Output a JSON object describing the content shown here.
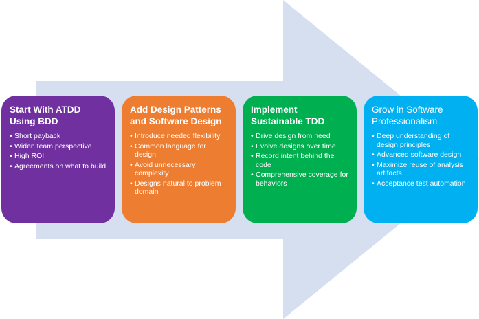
{
  "colors": {
    "arrow": "#d6dff0",
    "stage1": "#7030a0",
    "stage2": "#ed7d31",
    "stage3": "#00b050",
    "stage4": "#00b0f0"
  },
  "stages": [
    {
      "title": "Start With ATDD Using BDD",
      "items": [
        "Short payback",
        "Widen team perspective",
        "High ROI",
        "Agreements on what to build"
      ]
    },
    {
      "title": "Add Design Patterns and Software Design",
      "items": [
        "Introduce needed flexibility",
        "Common language for design",
        "Avoid unnecessary complexity",
        "Designs natural to problem domain"
      ]
    },
    {
      "title": "Implement Sustainable TDD",
      "items": [
        "Drive design from need",
        "Evolve designs over time",
        "Record intent behind the code",
        "Comprehensive coverage for behaviors"
      ]
    },
    {
      "title": "Grow in Software Professionalism",
      "items": [
        "Deep understanding of design principles",
        "Advanced software design",
        "Maximize reuse of analysis artifacts",
        "Acceptance test automation"
      ]
    }
  ]
}
